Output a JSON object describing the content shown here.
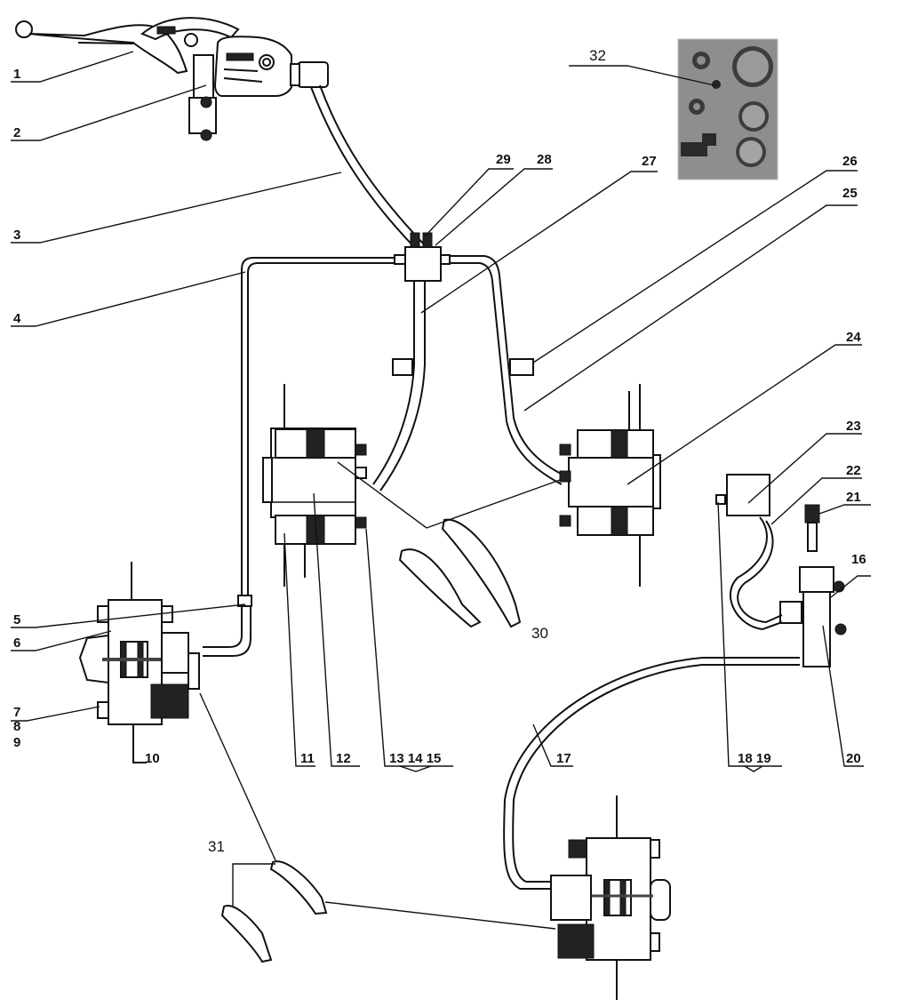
{
  "title": "Hydraulic brake system exploded parts diagram",
  "callouts": {
    "c1": "1",
    "c2": "2",
    "c3": "3",
    "c4": "4",
    "c5": "5",
    "c6": "6",
    "c7": "7",
    "c8": "8",
    "c9": "9",
    "c10": "10",
    "c11": "11",
    "c12": "12",
    "c13_15": "13  14  15",
    "c16": "16",
    "c17": "17",
    "c18_19": "18  19",
    "c20": "20",
    "c21": "21",
    "c22": "22",
    "c23": "23",
    "c24": "24",
    "c25": "25",
    "c26": "26",
    "c27": "27",
    "c28": "28",
    "c29": "29",
    "c30": "30",
    "c31": "31",
    "c32": "32"
  },
  "components": [
    {
      "id": "front-brake-lever-master-cylinder",
      "callouts": [
        "1",
        "2"
      ]
    },
    {
      "id": "main-brake-hose",
      "callouts": [
        "3"
      ]
    },
    {
      "id": "left-brake-pipe",
      "callouts": [
        "4"
      ]
    },
    {
      "id": "left-front-caliper",
      "callouts": [
        "5",
        "6",
        "7",
        "8",
        "9",
        "10"
      ]
    },
    {
      "id": "center-front-caliper",
      "callouts": [
        "11",
        "12",
        "13",
        "14",
        "15"
      ]
    },
    {
      "id": "rear-master-cylinder",
      "callouts": [
        "16",
        "20",
        "21"
      ]
    },
    {
      "id": "rear-brake-hose",
      "callouts": [
        "17"
      ]
    },
    {
      "id": "reservoir-bracket",
      "callouts": [
        "18",
        "19"
      ]
    },
    {
      "id": "reservoir-hose",
      "callouts": [
        "22"
      ]
    },
    {
      "id": "fluid-reservoir",
      "callouts": [
        "23"
      ]
    },
    {
      "id": "right-front-caliper",
      "callouts": [
        "24"
      ]
    },
    {
      "id": "right-brake-hose",
      "callouts": [
        "25",
        "26"
      ]
    },
    {
      "id": "three-way-junction",
      "callouts": [
        "27",
        "28",
        "29"
      ]
    },
    {
      "id": "front-brake-pads",
      "callouts": [
        "30"
      ]
    },
    {
      "id": "rear-brake-pads",
      "callouts": [
        "31"
      ]
    },
    {
      "id": "seal-kit-photo",
      "callouts": [
        "32"
      ]
    }
  ]
}
